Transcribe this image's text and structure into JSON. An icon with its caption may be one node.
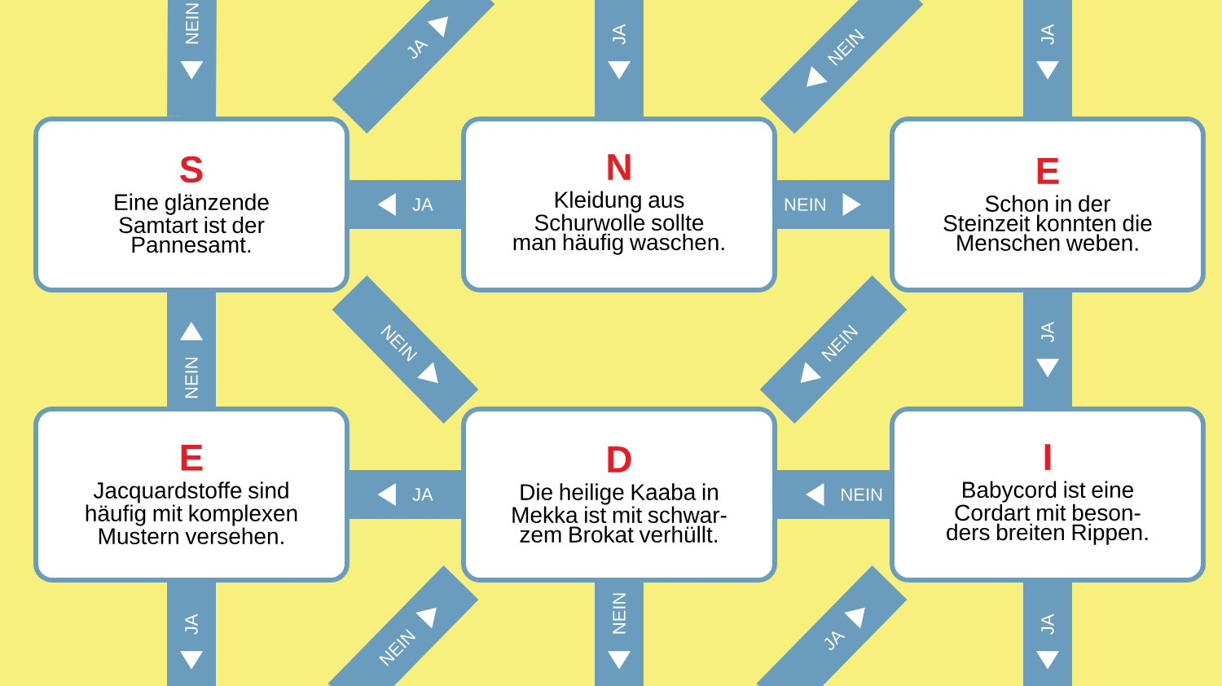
{
  "diagram": {
    "nodes": [
      {
        "text": [
          "S",
          "Eine glänzende Samtart ist der Pannesamt."
        ]
      },
      {
        "text": [
          "N",
          "Kleidung aus Schurwolle sollte man häufig waschen."
        ]
      },
      {
        "text": [
          "E",
          "Schon in der Steinzeit konnten die Menschen weben."
        ]
      },
      {
        "text": [
          "E",
          "Jacquardstoffe sind häufig mit komplexen Mustern versehen."
        ]
      },
      {
        "text": [
          "D",
          "Die heilige Kaaba in Mekka ist mit schwar- zem Brokat verhüllt."
        ]
      },
      {
        "text": [
          "I",
          "Babycord ist eine Cordart mit beson- ders breiten Rippen."
        ]
      }
    ],
    "edges": [
      {
        "from": null,
        "to": 0,
        "arrow": "to",
        "label": "NEIN"
      },
      {
        "from": 0,
        "to": null,
        "arrow": "to",
        "label": "JA"
      },
      {
        "from": null,
        "to": 1,
        "arrow": "to",
        "label": "JA"
      },
      {
        "from": null,
        "to": 1,
        "arrow": "to",
        "label": "NEIN"
      },
      {
        "from": null,
        "to": 2,
        "arrow": "to",
        "label": "JA"
      },
      {
        "from": 1,
        "to": 0,
        "arrow": "to",
        "label": "JA"
      },
      {
        "from": 1,
        "to": 2,
        "arrow": "to",
        "label": "NEIN"
      },
      {
        "from": 3,
        "to": 0,
        "arrow": "to",
        "label": "NEIN"
      },
      {
        "from": 0,
        "to": 4,
        "arrow": "to",
        "label": "NEIN"
      },
      {
        "from": 2,
        "to": 4,
        "arrow": "to",
        "label": "NEIN"
      },
      {
        "from": 2,
        "to": 5,
        "arrow": "to",
        "label": "JA"
      },
      {
        "from": 4,
        "to": 3,
        "arrow": "to",
        "label": "JA"
      },
      {
        "from": 5,
        "to": 4,
        "arrow": "to",
        "label": "NEIN"
      },
      {
        "from": 3,
        "to": null,
        "arrow": "to",
        "label": "JA"
      },
      {
        "from": null,
        "to": 4,
        "arrow": "to",
        "label": "NEIN"
      },
      {
        "from": 4,
        "to": null,
        "arrow": "to",
        "label": "NEIN"
      },
      {
        "from": null,
        "to": 5,
        "arrow": "to",
        "label": "JA"
      },
      {
        "from": 5,
        "to": null,
        "arrow": "to",
        "label": "JA"
      }
    ]
  }
}
